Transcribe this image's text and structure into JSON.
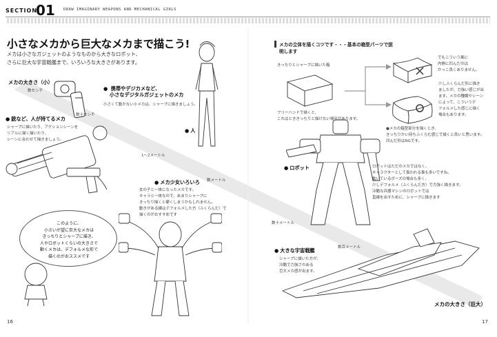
{
  "header": {
    "section": "SECTION",
    "number": "01",
    "subtitle": "DRAW IMAGINARY WEAPONS AND MECHANICAL GIRLS"
  },
  "left_page": {
    "title": "小さなメカから巨大なメカまで描こう!",
    "intro_line1": "メカは小さなガジェットのようなものから大きなロボット、",
    "intro_line2": "さらに巨大な宇宙戦艦まで、いろいろな大きさがあります。",
    "scale_small_label": "メカの大きさ（小）",
    "scale_small_tick": "数センチ",
    "gadget_label1": "携帯やデジカメなど、",
    "gadget_label2": "小さなデジタルガジェットのメカ",
    "gadget_desc": "小さくて動かない小メカは、シャープに描きましょう。",
    "gun_label": "銃など、人が持てるメカ",
    "gun_tick": "数十センチ",
    "gun_desc1": "シャープに描いたり、アクションシーンを",
    "gun_desc2": "リアルに描く描いたり、",
    "gun_desc3": "シーンに合わせて描きましょう。",
    "human_label": "人",
    "human_tick": "1～2メートル",
    "mechagirl_label": "メカ少女いろいろ",
    "mechagirl_desc1": "女の子と一体になったメカです。",
    "mechagirl_desc2": "キャラと一体なので、あまりシャープに",
    "mechagirl_desc3": "きっちり描くと硬くしまうかもしれません。",
    "mechagirl_desc4": "動きがある線はデフォルメした方（ふくらんだ）で",
    "mechagirl_desc5": "描くのがおすすめです",
    "mechagirl_tick": "数メートル",
    "bubble1": "このように、",
    "bubble2": "小さいが望に巨大なメカは",
    "bubble3": "きっちりとシャープに描き、",
    "bubble4": "人やロボットくらいの大きさで",
    "bubble5": "動くメカは、デフォルメな形で",
    "bubble6": "描くのがおススメです",
    "page_number": "16"
  },
  "right_page": {
    "tip_title": "メカの立体を描くコツです・・・基本の箱型パーツで説明します",
    "box_straight": "きっちりとシャープに描いた箱",
    "box_freehand1": "フリーハンドで描くと、",
    "box_freehand2": "これはとききっちりと描けない場合があります。",
    "note1_1": "でもこういう風に",
    "note1_2": "内側に凹んだのは",
    "note1_3": "かっこ良くありません。",
    "note2_1": "少しふくらんだ形に描き",
    "note2_2": "ましたが、力強い感じが出",
    "note2_3": "ます。メカの種類やシーン",
    "note2_4": "によって、こういうデ",
    "note2_5": "フォルメした感じに描く",
    "note2_6": "場合もあります。",
    "mecha_note1": "●メカの箱型部分を描くとき、",
    "mecha_note2": "きっちりかい持ちふくらむ感じで描くと良いと思います。",
    "mecha_note3": "凹んだ形はNGです。",
    "robot_label": "ロボット",
    "robot_desc1": "ロボットはただのメカではなく、",
    "robot_desc2": "キャラクターとして扱われる事も多いですね。",
    "robot_desc3": "動いているポーズの場合も多く、",
    "robot_desc4": "少しデフォルメ（ふくらんだ方）で力強く描きます。",
    "robot_desc5": "冷酷な兵器マシンのロボットでは",
    "robot_desc6": "直線を出すために、シャープに描きます",
    "robot_tick": "数十メートル",
    "ship_label": "大きな宇宙戦艦",
    "ship_desc1": "シャープに描いた方が、",
    "ship_desc2": "冷酷で力強さのある",
    "ship_desc3": "巨大メカ感が出ます。",
    "ship_tick": "数百メートル",
    "scale_large_label": "メカの大きさ（巨大）",
    "page_number": "17"
  }
}
